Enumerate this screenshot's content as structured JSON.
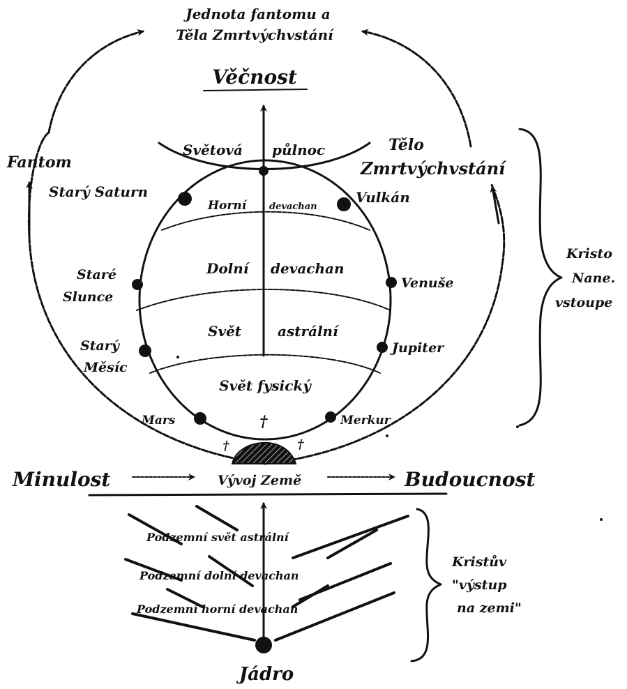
{
  "top": {
    "unity_line1": "Jednota fantomu a",
    "unity_line2": "Těla Zmrtvýchvstání",
    "eternity": "Věčnost",
    "world_midnight_left": "Světová",
    "world_midnight_right": "půlnoc"
  },
  "sides": {
    "phantom": "Fantom",
    "body_line1": "Tělo",
    "body_line2": "Zmrtvýchvstání",
    "ascension_line1": "Kristo",
    "ascension_line2": "Nane.",
    "ascension_line3": "vstoupe"
  },
  "planets": {
    "old_saturn": "Starý Saturn",
    "vulcan": "Vulkán",
    "old_sun_line1": "Staré",
    "old_sun_line2": "Slunce",
    "venus": "Venuše",
    "old_moon_line1": "Starý",
    "old_moon_line2": "Měsíc",
    "jupiter": "Jupiter",
    "mars": "Mars",
    "mercury": "Merkur"
  },
  "spheres": {
    "upper_devachan_left": "Horní",
    "upper_devachan_right": "devachan",
    "lower_devachan_left": "Dolní",
    "lower_devachan_right": "devachan",
    "astral_left": "Svět",
    "astral_right": "astrální",
    "physical": "Svět fysický"
  },
  "timeline": {
    "past": "Minulost",
    "earth_evolution": "Vývoj Země",
    "future": "Budoucnost"
  },
  "underworld": {
    "astral": "Podzemní svět astrální",
    "lower_devachan": "Podzemní dolní devachan",
    "upper_devachan": "Podzemní horní devachan",
    "core": "Jádro",
    "descent_line1": "Kristův",
    "descent_line2": "\"výstup",
    "descent_line3": "na zemi\""
  },
  "symbols": {
    "cross": "†"
  }
}
